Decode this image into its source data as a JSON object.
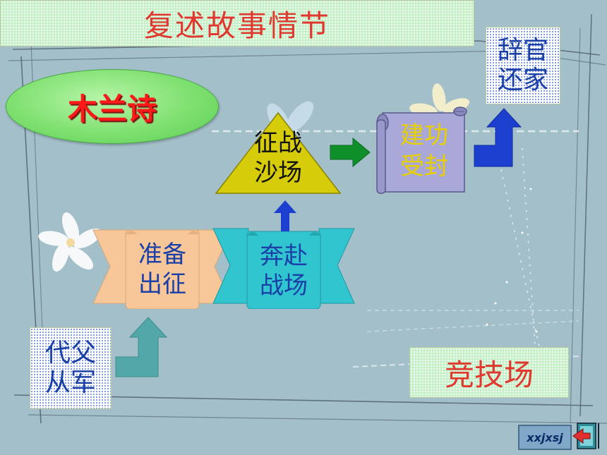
{
  "header": {
    "title": "复述故事情节"
  },
  "badge": {
    "label": "木兰诗"
  },
  "diagram": {
    "steps": [
      {
        "id": "dfcj",
        "label": "代父\n从军"
      },
      {
        "id": "zbcz",
        "label": "准备\n出征"
      },
      {
        "id": "bfzc",
        "label": "奔赴\n战场"
      },
      {
        "id": "zzsc",
        "label": "征战\n沙场"
      },
      {
        "id": "jgsf",
        "label": "建功\n受封"
      },
      {
        "id": "cgfj",
        "label": "辞官\n还家"
      }
    ]
  },
  "footer": {
    "arena_label": "竞技场",
    "logo_text": "xxjxsj",
    "exit_icon": "exit-door-icon"
  },
  "colors": {
    "title_red": "#e0382e",
    "text_blue": "#1a40a8",
    "arrow_teal": "#52a8a8",
    "arrow_blue": "#1c3fcf",
    "arrow_green": "#0f8f2a",
    "triangle_yellow": "#d6cc0a",
    "ribbon_orange": "#f7c79a",
    "ribbon_cyan": "#31c6cf",
    "scroll_purple": "#a9a8d8"
  }
}
